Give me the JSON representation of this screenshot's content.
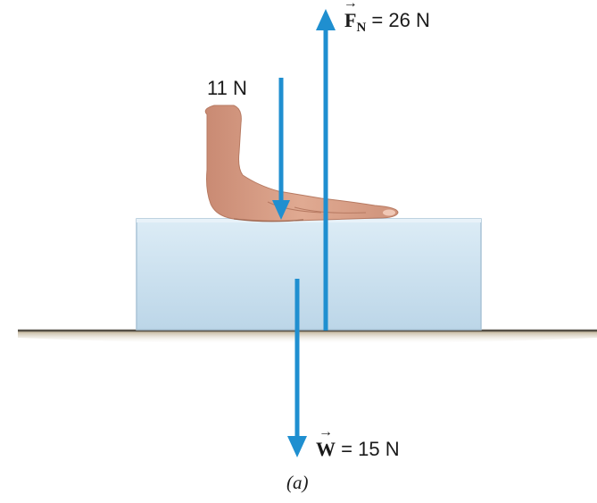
{
  "forces": {
    "normal": {
      "symbol": "F",
      "subscript": "N",
      "eq": "=",
      "value": "26 N"
    },
    "push": {
      "value": "11 N"
    },
    "weight": {
      "symbol": "W",
      "eq": "=",
      "value": "15 N"
    }
  },
  "caption": "(a)",
  "colors": {
    "arrow": "#1f8fd0",
    "block": "#c9e0ef",
    "ground": "#8a7a5c",
    "skin": "#d89b83"
  }
}
